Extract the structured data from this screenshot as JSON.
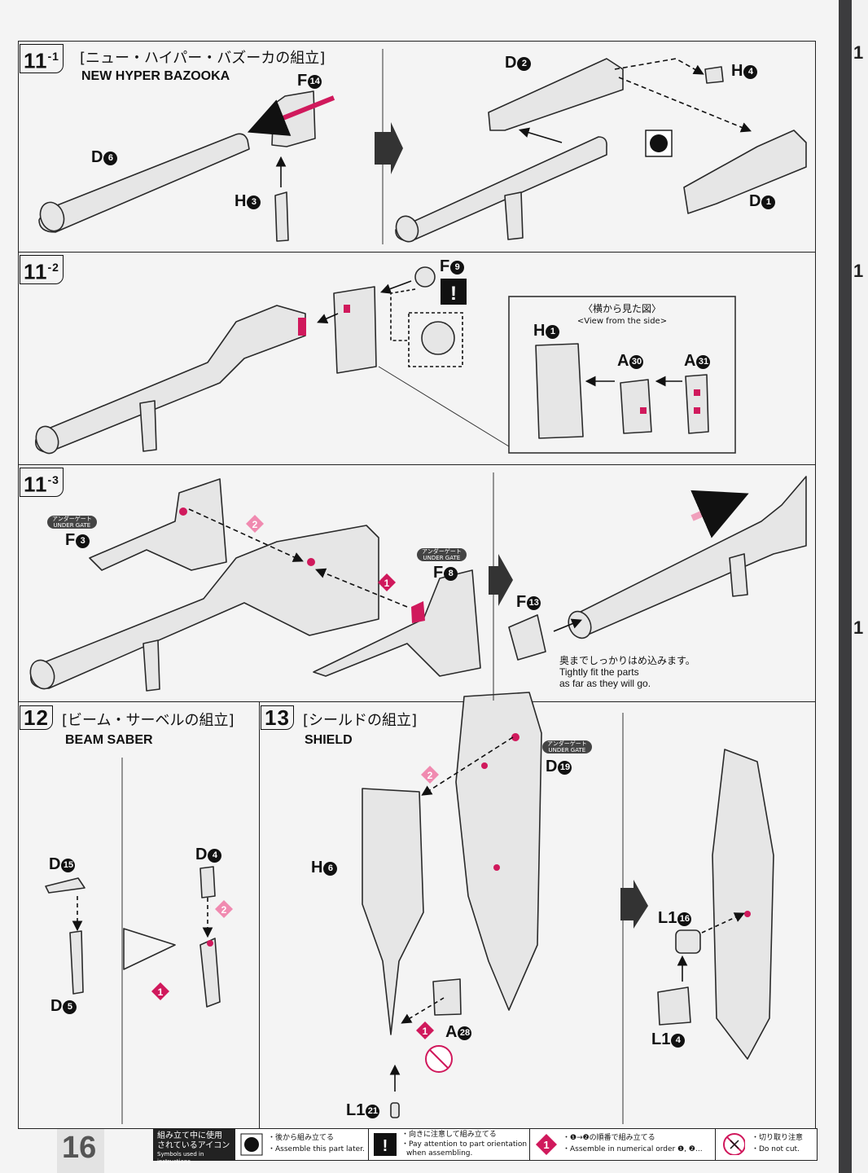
{
  "page_number": "16",
  "steps": {
    "s11_1": {
      "num": "11",
      "sub": "-1",
      "jp": "[ニュー・ハイパー・バズーカの組立]",
      "en": "NEW HYPER BAZOOKA"
    },
    "s11_2": {
      "num": "11",
      "sub": "-2"
    },
    "s11_3": {
      "num": "11",
      "sub": "-3"
    },
    "s12": {
      "num": "12",
      "jp": "[ビーム・サーベルの組立]",
      "en": "BEAM SABER"
    },
    "s13": {
      "num": "13",
      "jp": "[シールドの組立]",
      "en": "SHIELD"
    }
  },
  "parts": {
    "p1_D6": {
      "l": "D",
      "n": "6"
    },
    "p1_F14": {
      "l": "F",
      "n": "14"
    },
    "p1_H3": {
      "l": "H",
      "n": "3"
    },
    "p1_D2": {
      "l": "D",
      "n": "2"
    },
    "p1_H4": {
      "l": "H",
      "n": "4"
    },
    "p1_D1": {
      "l": "D",
      "n": "1"
    },
    "p2_F9": {
      "l": "F",
      "n": "9"
    },
    "p2_H1": {
      "l": "H",
      "n": "1"
    },
    "p2_A30": {
      "l": "A",
      "n": "30"
    },
    "p2_A31": {
      "l": "A",
      "n": "31"
    },
    "p3_F3": {
      "l": "F",
      "n": "3"
    },
    "p3_F8": {
      "l": "F",
      "n": "8"
    },
    "p3_F13": {
      "l": "F",
      "n": "13"
    },
    "p4_D15": {
      "l": "D",
      "n": "15"
    },
    "p4_D5": {
      "l": "D",
      "n": "5"
    },
    "p4_D4": {
      "l": "D",
      "n": "4"
    },
    "p5_H6": {
      "l": "H",
      "n": "6"
    },
    "p5_D19": {
      "l": "D",
      "n": "19"
    },
    "p5_A28": {
      "l": "A",
      "n": "28"
    },
    "p5_L121": {
      "l": "L1",
      "n": "21"
    },
    "p5_L116": {
      "l": "L1",
      "n": "16"
    },
    "p5_L14": {
      "l": "L1",
      "n": "4"
    }
  },
  "under_gate": {
    "jp": "アンダーゲート",
    "en": "UNDER GATE"
  },
  "side_view": {
    "jp": "〈横から見た図〉",
    "en": "<View from the side>"
  },
  "fit_note": {
    "jp": "奥までしっかりはめ込みます。",
    "en1": "Tightly fit the parts",
    "en2": "as far as they will go."
  },
  "legend": {
    "title_jp1": "組み立て中に使用",
    "title_jp2": "されているアイコン",
    "title_en": "Symbols used in instructions",
    "later_jp": "・後から組み立てる",
    "later_en": "・Assemble this part later.",
    "orient_jp": "・向きに注意して組み立てる",
    "orient_en1": "・Pay attention to part orientation",
    "orient_en2": "when assembling.",
    "order_jp": "・❶→❷の順番で組み立てる",
    "order_en": "・Assemble in numerical order ❶, ❷...",
    "cut_jp": "・切り取り注意",
    "cut_en": "・Do not cut."
  },
  "right_page_numbers": [
    "1",
    "1",
    "1"
  ],
  "colors": {
    "accent": "#d0195c",
    "part_fill": "#e8e8e8",
    "outline": "#2a2a2a"
  }
}
